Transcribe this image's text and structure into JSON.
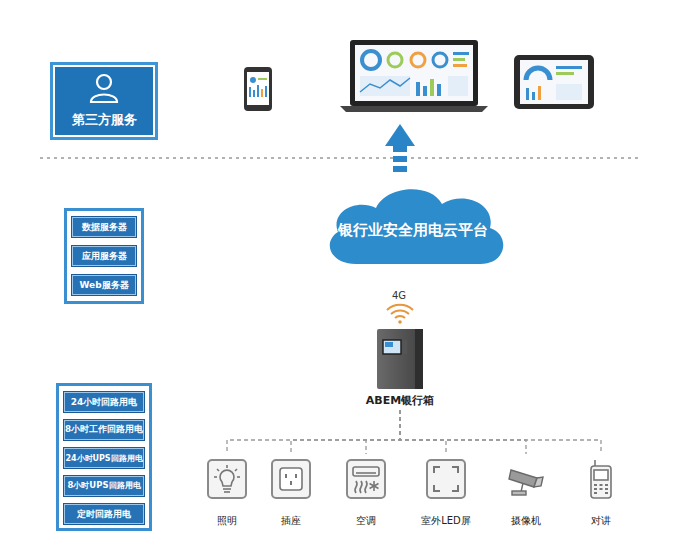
{
  "diagram": {
    "nodes": [
      {
        "text": [
          "第三方服务"
        ]
      },
      {
        "text": []
      },
      {
        "text": [
          "数据服务器"
        ],
        "in": 1
      },
      {
        "text": [
          "应用服务器"
        ],
        "in": 1
      },
      {
        "text": [
          "Web服务器"
        ],
        "in": 1
      },
      {
        "text": [
          "银行业安全用电云平台"
        ]
      },
      {
        "text": [
          "ABEM银行箱"
        ]
      },
      {
        "text": []
      },
      {
        "text": [
          "24小时回路用电"
        ],
        "in": 7
      },
      {
        "text": [
          "8小时工作回路用电"
        ],
        "in": 7
      },
      {
        "text": [
          "24小时UPS回路用电"
        ],
        "in": 7
      },
      {
        "text": [
          "8小时UPS回路用电"
        ],
        "in": 7
      },
      {
        "text": [
          "定时回路用电"
        ],
        "in": 7
      },
      {
        "text": [
          "照明"
        ]
      },
      {
        "text": [
          "插座"
        ]
      },
      {
        "text": [
          "空调"
        ]
      },
      {
        "text": [
          "室外LED屏"
        ]
      },
      {
        "text": [
          "摄像机"
        ]
      },
      {
        "text": [
          "对讲"
        ]
      }
    ],
    "edges": [
      {
        "from": 6,
        "to": 13,
        "arrow": "none"
      },
      {
        "from": 6,
        "to": 14,
        "arrow": "none"
      },
      {
        "from": 6,
        "to": 15,
        "arrow": "none"
      },
      {
        "from": 6,
        "to": 16,
        "arrow": "none"
      },
      {
        "from": 6,
        "to": 17,
        "arrow": "none"
      },
      {
        "from": 6,
        "to": 18,
        "arrow": "none"
      }
    ],
    "labels": [
      "4G"
    ]
  }
}
